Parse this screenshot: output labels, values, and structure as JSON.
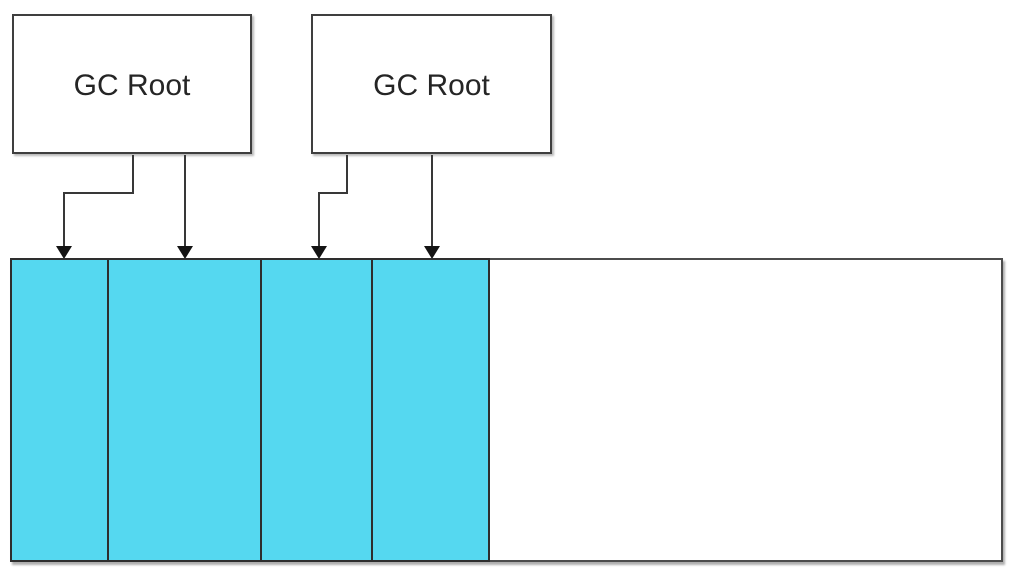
{
  "boxes": [
    {
      "id": "gc-root-1",
      "label": "GC Root"
    },
    {
      "id": "gc-root-2",
      "label": "GC Root"
    }
  ],
  "heap": {
    "segments": [
      {
        "id": "segment-1",
        "fill": "#55D8F0",
        "pointed_to": true
      },
      {
        "id": "segment-2",
        "fill": "#55D8F0",
        "pointed_to": true
      },
      {
        "id": "segment-3",
        "fill": "#55D8F0",
        "pointed_to": true
      },
      {
        "id": "segment-4",
        "fill": "#55D8F0",
        "pointed_to": true
      }
    ],
    "free_area": {
      "id": "free-space",
      "fill": "#FFFFFF",
      "pointed_to": false
    }
  },
  "connectors": [
    {
      "from": "gc-root-1",
      "to": "segment-1",
      "style": "elbow"
    },
    {
      "from": "gc-root-1",
      "to": "segment-2",
      "style": "straight"
    },
    {
      "from": "gc-root-2",
      "to": "segment-3",
      "style": "elbow"
    },
    {
      "from": "gc-root-2",
      "to": "segment-4",
      "style": "straight"
    }
  ],
  "colors": {
    "segment_fill": "#55D8F0",
    "box_border": "#3F3F3F",
    "bar_border": "#4C4C4C",
    "segment_border": "#2E2E2E",
    "connector": "#383838",
    "arrowhead": "#141414",
    "label_text": "#252525",
    "background": "#FFFFFF"
  }
}
